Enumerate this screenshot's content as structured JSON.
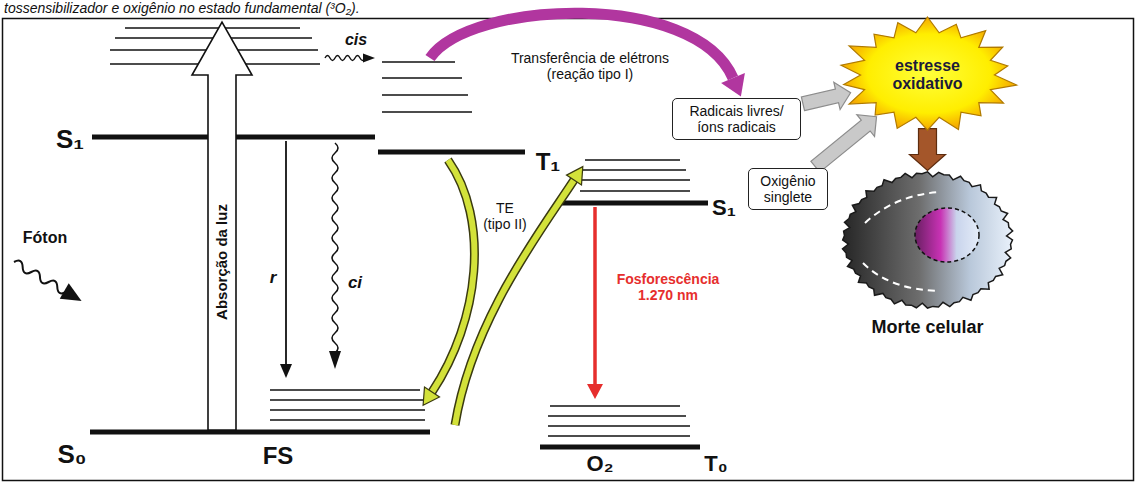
{
  "diagram": {
    "caption": "tossensibilizador e oxigênio no estado fundamental (³O₂).",
    "nodes": [
      {
        "text": [
          "Radicais livres/ íons radicais"
        ]
      },
      {
        "text": [
          "Oxigênio singlete"
        ]
      },
      {
        "text": [
          "estresse oxidativo"
        ]
      },
      {
        "text": [
          "Morte celular"
        ]
      }
    ],
    "edges": [
      {
        "from": 0,
        "to": 2,
        "arrow": "to"
      },
      {
        "from": 1,
        "to": 2,
        "arrow": "to"
      },
      {
        "from": 2,
        "to": 3,
        "arrow": "to"
      }
    ],
    "labels": [
      "Fóton",
      "Absorção da luz",
      "S₁",
      "S₀",
      "FS",
      "cis",
      "r",
      "ci",
      "T₁",
      "Transferência de elétrons (reação tipo I)",
      "TE (tipo II)",
      "S₁",
      "Fosforescência 1.270 nm",
      "O₂",
      "T₀"
    ]
  }
}
